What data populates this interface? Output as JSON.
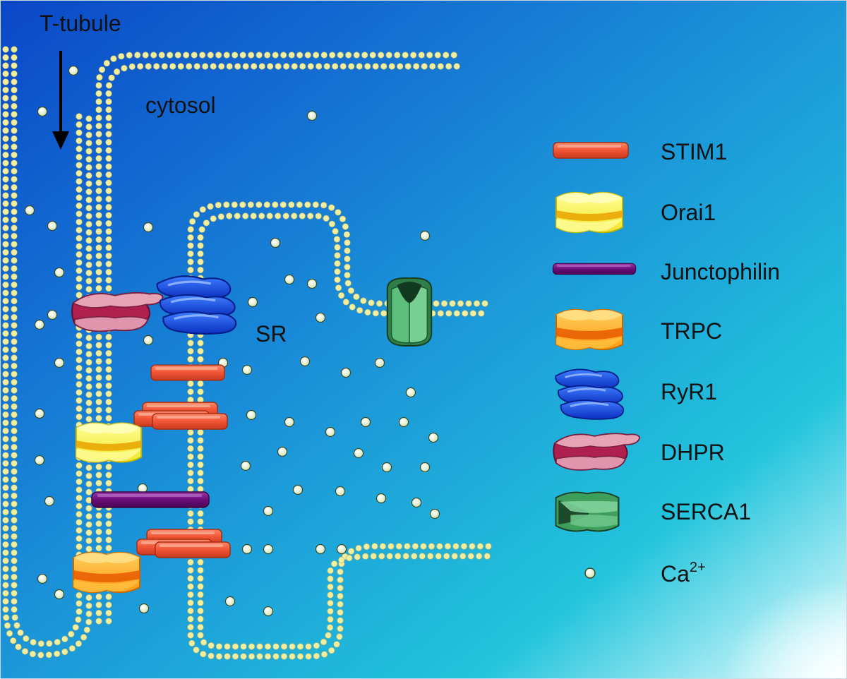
{
  "labels": {
    "t_tubule": "T-tubule",
    "cytosol": "cytosol",
    "sr": "SR"
  },
  "legend": {
    "items": [
      {
        "label": "STIM1",
        "icon": "stim1-icon"
      },
      {
        "label": "Orai1",
        "icon": "orai1-icon"
      },
      {
        "label": "Junctophilin",
        "icon": "junctophilin-icon"
      },
      {
        "label": "TRPC",
        "icon": "trpc-icon"
      },
      {
        "label": "RyR1",
        "icon": "ryr1-icon"
      },
      {
        "label": "DHPR",
        "icon": "dhpr-icon"
      },
      {
        "label": "SERCA1",
        "icon": "serca1-icon"
      }
    ],
    "calcium": {
      "base": "Ca",
      "superscript": "2+",
      "icon": "calcium-ion-icon"
    }
  },
  "colors": {
    "background_start": "#0a4fcf",
    "background_end": "#e8ffff",
    "membrane_bead": "#f1eea0",
    "calcium": "#dff0c4",
    "stim1": "#f25a3c",
    "orai1": "#f7f04a",
    "junctophilin": "#6d0f7c",
    "trpc": "#ff9a1a",
    "ryr1": "#1246e6",
    "dhpr": "#d77f98",
    "serca1": "#3e9e5c"
  }
}
